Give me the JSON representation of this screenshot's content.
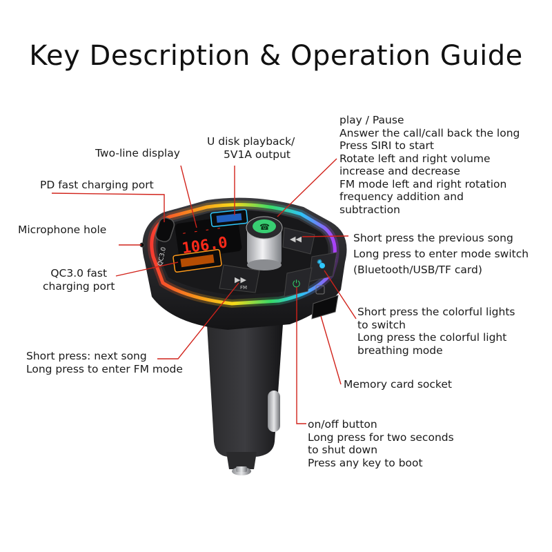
{
  "title": "Key Description & Operation Guide",
  "labels": {
    "two_line_display": "Two-line display",
    "u_disk": [
      "U disk playback/",
      "5V1A output"
    ],
    "play_pause": [
      "play / Pause",
      "Answer the call/call back the long",
      "Press SIRI to start",
      "Rotate left and right volume",
      "increase and decrease",
      "FM mode left and right rotation",
      "frequency addition and",
      "subtraction"
    ],
    "pd_port": "PD fast charging port",
    "mic_hole": "Microphone hole",
    "qc_port": [
      "QC3.0 fast",
      "charging port"
    ],
    "prev_song": [
      "Short press the previous song",
      "Long press to enter mode switch",
      "(Bluetooth/USB/TF card)"
    ],
    "lights": [
      "Short press the colorful lights",
      " to switch",
      "Long press the colorful light",
      "breathing mode"
    ],
    "next_song": [
      "Short press: next song",
      "Long press to enter FM mode"
    ],
    "memory_card": "Memory card socket",
    "power": [
      "on/off button",
      "Long press for two seconds",
      " to shut down",
      "Press any key to boot"
    ]
  },
  "device": {
    "display_digits": "106.0",
    "qc_text": "QC3.0",
    "fm_text": "FM",
    "colors": {
      "body": "#1f1f22",
      "ring_start": "#ff3b30",
      "ring_mid": "#ffd21a",
      "ring_end": "#2ec8ff",
      "accent_purple": "#b040ff",
      "display_red": "#ff2a1a",
      "leader_line": "#d1221a"
    }
  }
}
